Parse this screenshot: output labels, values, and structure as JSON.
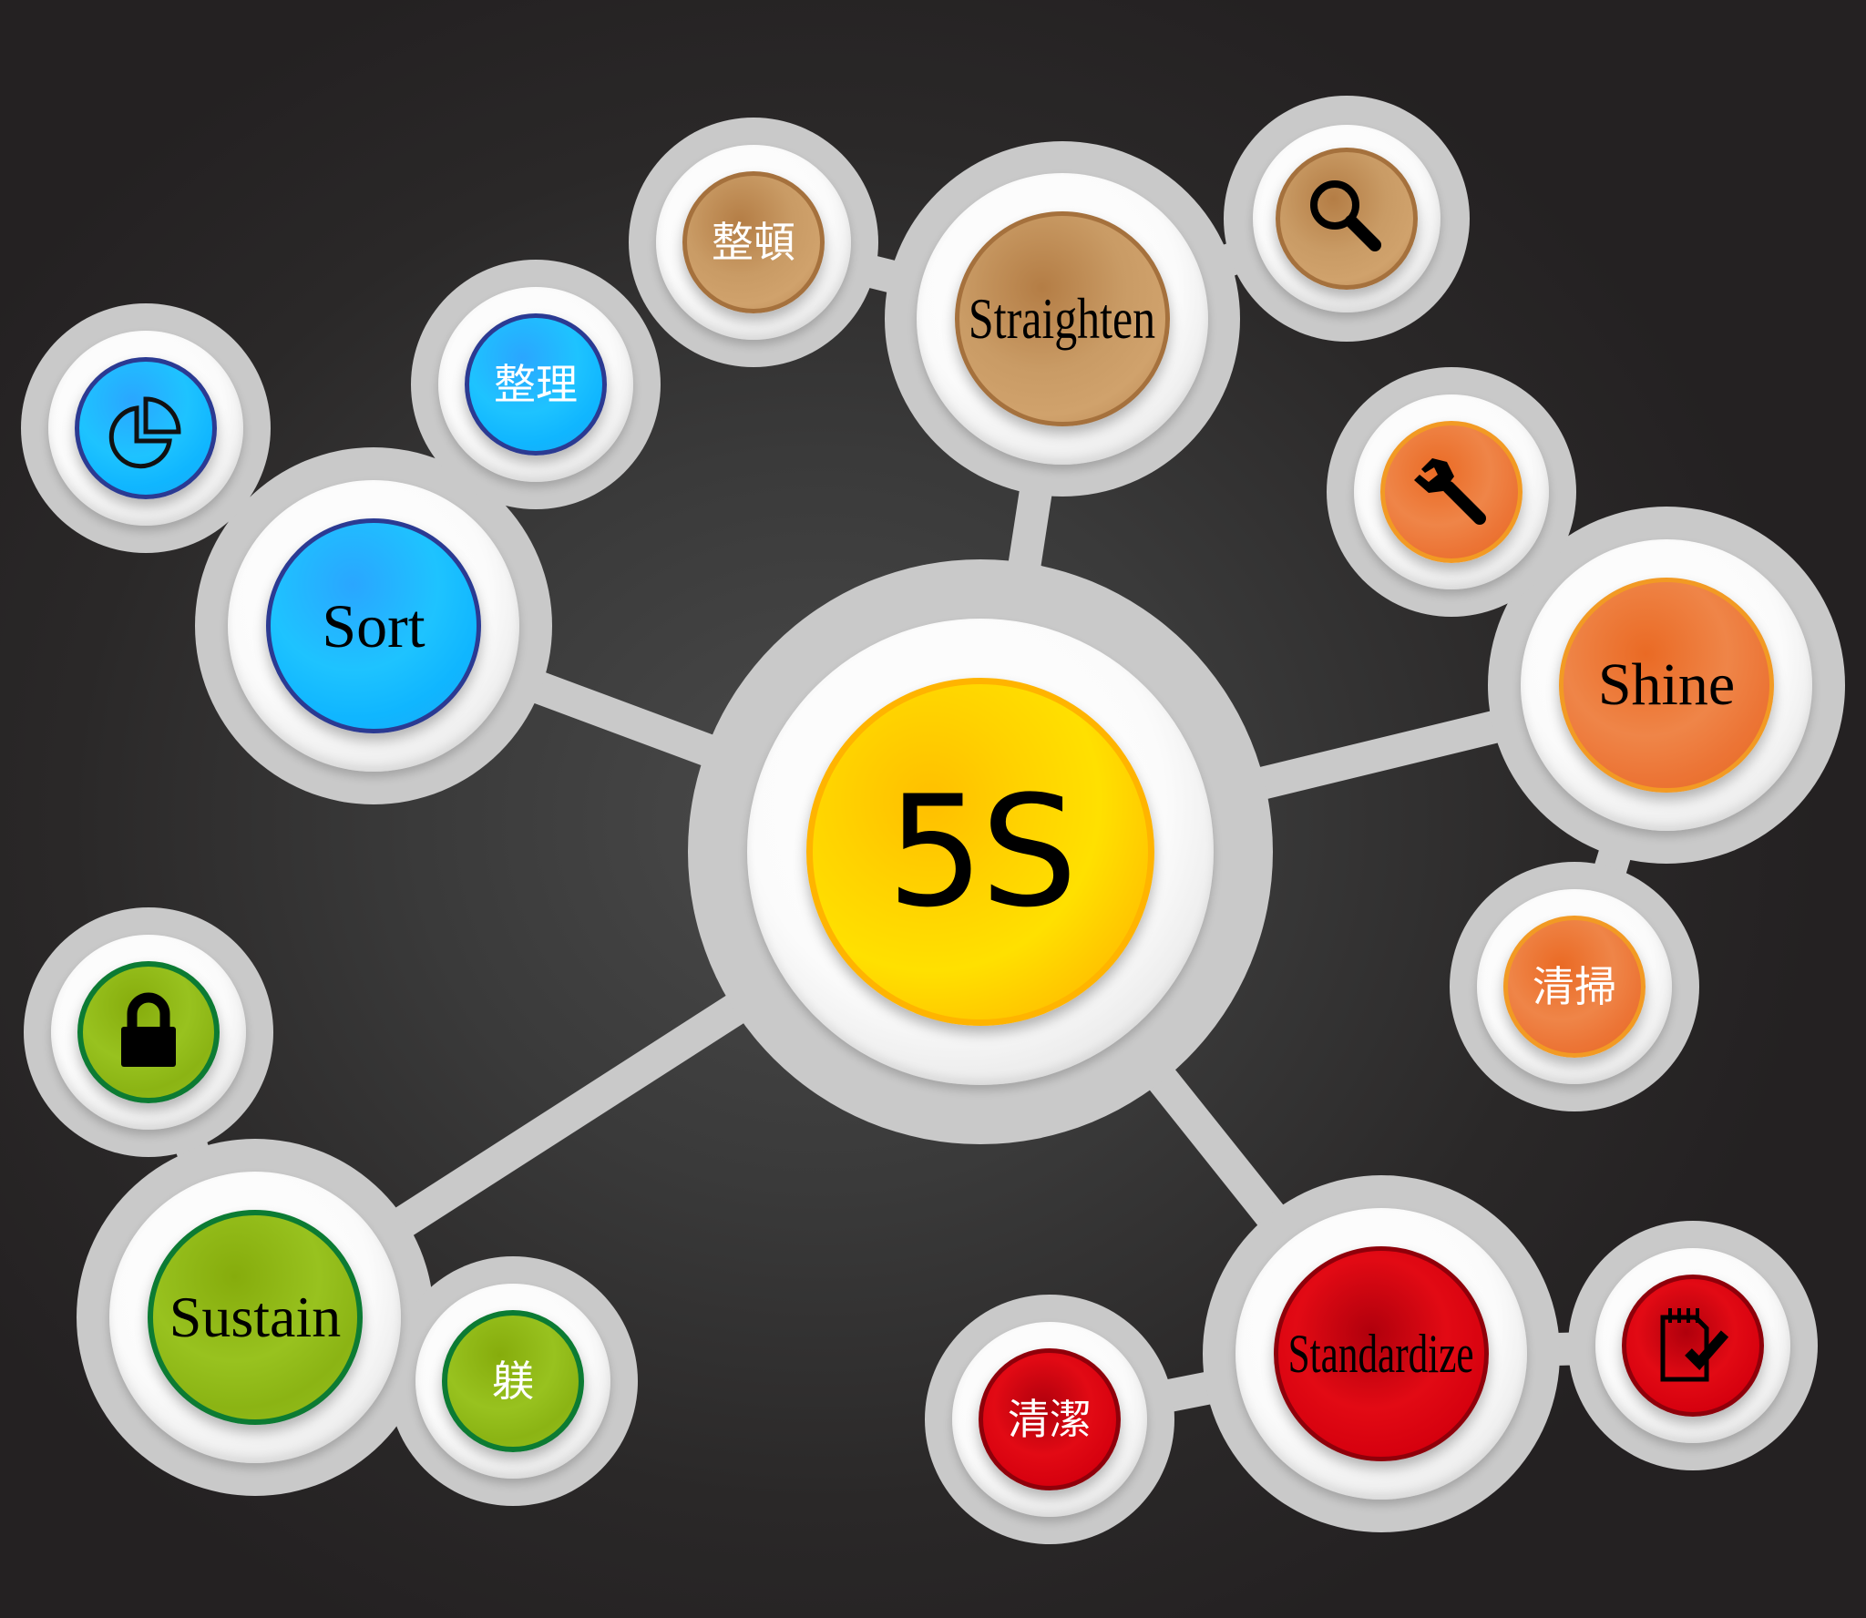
{
  "diagram": {
    "title": "5S",
    "center": {
      "label": "5S",
      "color": "#ffd400"
    },
    "pillars": [
      {
        "id": "sort",
        "label": "Sort",
        "japanese": "整理",
        "icon": "pie-chart-icon",
        "color": "#1ec0ff"
      },
      {
        "id": "straighten",
        "label": "Straighten",
        "japanese": "整頓",
        "icon": "magnifier-icon",
        "color": "#c99a62"
      },
      {
        "id": "shine",
        "label": "Shine",
        "japanese": "清掃",
        "icon": "wrench-icon",
        "color": "#ee7d3f"
      },
      {
        "id": "standardize",
        "label": "Standardize",
        "japanese": "清潔",
        "icon": "checklist-icon",
        "color": "#e00812"
      },
      {
        "id": "sustain",
        "label": "Sustain",
        "japanese": "躾",
        "icon": "lock-icon",
        "color": "#97c11f"
      }
    ],
    "connector_color": "#c9c9c9",
    "background_color": "#2e2c2c"
  }
}
